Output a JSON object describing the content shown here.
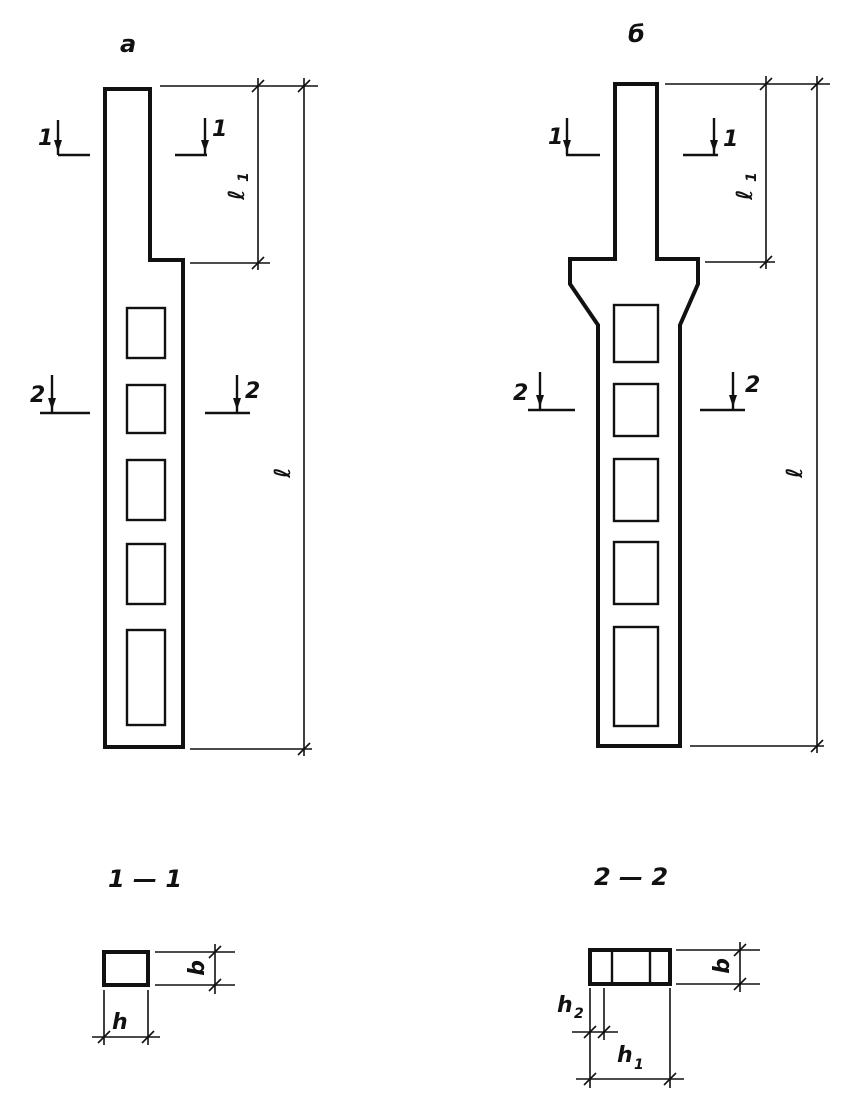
{
  "labels": {
    "view_a": "a",
    "view_b": "б",
    "cut_1": "1",
    "cut_2": "2",
    "dim_l": "ℓ",
    "dim_l1": "ℓ",
    "dim_l1_sub": "1",
    "section_1": "1 — 1",
    "section_2": "2 — 2",
    "dim_b": "b",
    "dim_h": "h",
    "dim_h1": "h",
    "dim_h1_sub": "1",
    "dim_h2": "h",
    "dim_h2_sub": "2"
  }
}
